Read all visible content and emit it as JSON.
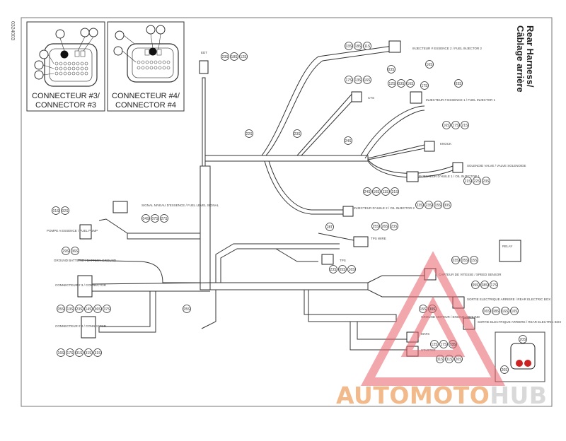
{
  "diagram": {
    "title_line1": "Rear Harness/",
    "title_line2": "Câblage arrière",
    "drawing_id": "0324003"
  },
  "connector_3": {
    "line1": "CONNECTEUR #3/",
    "line2": "CONNECTOR #3"
  },
  "connector_4": {
    "line1": "CONNECTEUR #4/",
    "line2": "CONNECTOR #4"
  },
  "watermark": {
    "part1": "AUTOMOTO",
    "part2": "HUB"
  },
  "labels": {
    "injector2": "INJECTEUR # ESSENCE 2 / FUEL INJECTOR 2",
    "injector1": "INJECTEUR # ESSENCE 1 / FUEL INJECTOR 1",
    "cts": "CTS",
    "knock": "KNOCK",
    "solenoid": "SOLENOID VALVE / VALVE SOLENOIDE",
    "inj_oil1": "INJECTEUR D'HUILE 1 / OIL INJECTOR 1",
    "inj_oil2": "INJECTEUR D'HUILE 2 / OIL INJECTOR 2",
    "fuel_level": "SIGNAL NIVEAU D'ESSENCE / FUEL LEVEL SIGNAL",
    "fuel_pump": "POMPE A ESSENCE / FUEL PUMP",
    "ground": "GROUND BATTERIE / BATTERY GROUND",
    "conn3": "CONNECTEUR # 3 / CONNECTOR",
    "conn4": "CONNECTEUR # 4 / CONNECTOR",
    "tps": "TPS",
    "tps_wire": "TPS WIRE",
    "crank": "CAPTEUR DE VITESSE / SPEED SENSOR",
    "starter": "STARTER",
    "rear_elec": "SORTIE ELECTRIQUE ARRIERE / REAR ELECTRIC BOX",
    "rear_elec2": "SORTIE ELECTRIQUE ARRIERE / REAR ELECTRIC BOX",
    "engine_ground": "GROUND MOTEUR / ENGINE GROUND",
    "mats": "MATS",
    "edt": "EDT",
    "relay": "RELAY"
  },
  "wire_codes": {
    "c1": [
      "23S",
      "18S",
      "12S"
    ],
    "c2": [
      "03S",
      "18S",
      "11S"
    ],
    "c3": [
      "03S",
      "16S",
      "17S"
    ],
    "c4": [
      "13S",
      "16S",
      "12S"
    ],
    "c5": [
      "03S",
      "16S",
      "17S"
    ],
    "c6": [
      "03S",
      "16S",
      "17S"
    ],
    "c7": [
      "21S",
      "22S",
      "23S",
      "24S"
    ],
    "c8": [
      "21S",
      "22S",
      "23S",
      "24S"
    ],
    "c9": [
      "10S",
      "11S",
      "31S"
    ],
    "c10": [
      "23S",
      "23S"
    ],
    "c11": [
      "15S",
      "30S"
    ],
    "c12": [
      "01S",
      "02S",
      "04S",
      "07S",
      "27S",
      "28T"
    ],
    "c13": [
      "25S",
      "26S",
      "23S",
      "29S",
      "36S"
    ],
    "c14": [
      "03S",
      "05S",
      "15S"
    ],
    "c15": [
      "23S",
      "05S",
      "16S"
    ],
    "c16": [
      "05S",
      "08S",
      "17S"
    ],
    "c17": [
      "05S",
      "05S",
      "13S"
    ],
    "c18": [
      "23S",
      "14S",
      "36S",
      "37S"
    ],
    "c19": [
      "15S",
      "30S"
    ],
    "c20": [
      "06S",
      "08S",
      "16S"
    ],
    "c21": [
      "10S",
      "12S",
      "17S"
    ],
    "c22": [
      "03S",
      "16S",
      "17S"
    ],
    "single": [
      "31S",
      "31S",
      "31S",
      "31S",
      "31S",
      "20S",
      "20S",
      "20S",
      "28S",
      "28S",
      "28S",
      "28S",
      "27S",
      "29S",
      "29S",
      "38S",
      "32S",
      "39S"
    ]
  }
}
